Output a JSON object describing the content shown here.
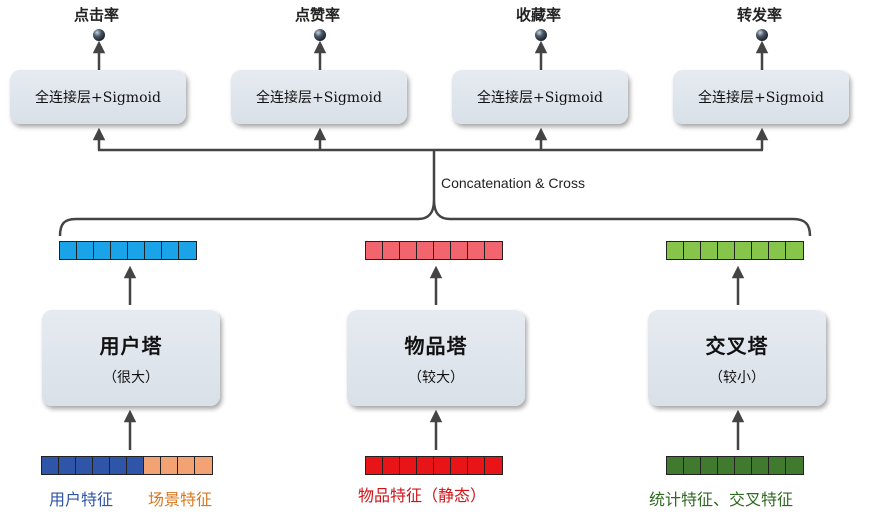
{
  "outputs": [
    {
      "label": "点击率",
      "layer": "全连接层+Sigmoid"
    },
    {
      "label": "点赞率",
      "layer": "全连接层+Sigmoid"
    },
    {
      "label": "收藏率",
      "layer": "全连接层+Sigmoid"
    },
    {
      "label": "转发率",
      "layer": "全连接层+Sigmoid"
    }
  ],
  "merge_label": "Concatenation & Cross",
  "towers": [
    {
      "title": "用户塔",
      "subtitle": "（很大）",
      "vector_color": "#1aa3e8",
      "vector_cells": 8
    },
    {
      "title": "物品塔",
      "subtitle": "（较大）",
      "vector_color": "#f2646e",
      "vector_cells": 8
    },
    {
      "title": "交叉塔",
      "subtitle": "（较小）",
      "vector_color": "#86c54a",
      "vector_cells": 8
    }
  ],
  "inputs": {
    "user": {
      "segments": [
        {
          "color": "#2e55a8",
          "cells": 6
        },
        {
          "color": "#f2a273",
          "cells": 4
        }
      ],
      "labels": [
        {
          "text": "用户特征",
          "color": "#2e55a8"
        },
        {
          "text": "场景特征",
          "color": "#d9771f"
        }
      ]
    },
    "item": {
      "segments": [
        {
          "color": "#e81418",
          "cells": 8
        }
      ],
      "labels": [
        {
          "text": "物品特征（静态）",
          "color": "#d01318"
        }
      ]
    },
    "cross": {
      "segments": [
        {
          "color": "#3f7a2e",
          "cells": 8
        }
      ],
      "labels": [
        {
          "text": "统计特征、交叉特征",
          "color": "#2f6a22"
        }
      ]
    }
  }
}
